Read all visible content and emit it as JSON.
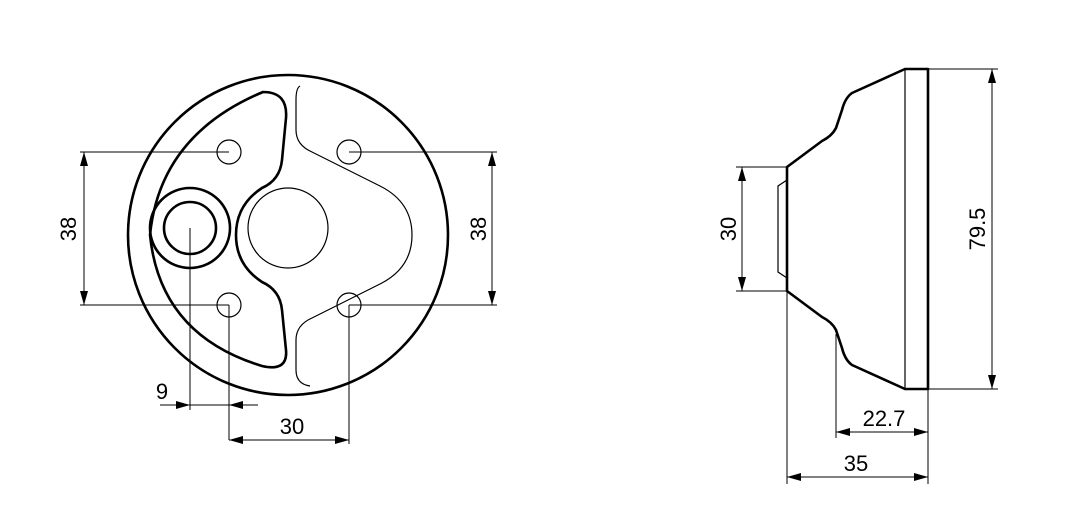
{
  "dimensions": {
    "front_left_38": "38",
    "front_right_38": "38",
    "front_9": "9",
    "front_30": "30",
    "side_30": "30",
    "side_79_5": "79.5",
    "side_22_7": "22.7",
    "side_35": "35"
  }
}
